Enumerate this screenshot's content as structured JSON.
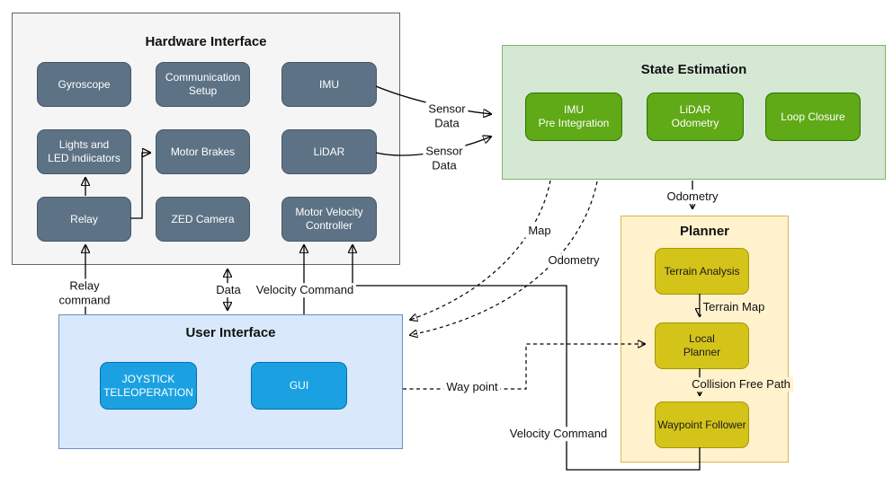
{
  "groups": {
    "hardware": {
      "title": "Hardware Interface",
      "nodes": {
        "gyroscope": "Gyroscope",
        "communication_setup": "Communication\nSetup",
        "imu": "IMU",
        "lights_led": "Lights and\nLED indiicators",
        "motor_brakes": "Motor Brakes",
        "lidar": "LiDAR",
        "relay": "Relay",
        "zed_camera": "ZED Camera",
        "motor_velocity_controller": "Motor Velocity\nController"
      }
    },
    "state_estimation": {
      "title": "State Estimation",
      "nodes": {
        "imu_pre_integration": "IMU\nPre Integration",
        "lidar_odometry": "LiDAR\nOdometry",
        "loop_closure": "Loop Closure"
      }
    },
    "planner": {
      "title": "Planner",
      "nodes": {
        "terrain_analysis": "Terrain Analysis",
        "local_planner": "Local\nPlanner",
        "waypoint_follower": "Waypoint Follower"
      }
    },
    "user_interface": {
      "title": "User Interface",
      "nodes": {
        "joystick_teleoperation": "JOYSTICK\nTELEOPERATION",
        "gui": "GUI"
      }
    }
  },
  "edge_labels": {
    "sensor_data_imu": "Sensor\nData",
    "sensor_data_lidar": "Sensor\nData",
    "odometry_to_planner": "Odometry",
    "map_to_ui": "Map",
    "odometry_to_ui": "Odometry",
    "relay_command": "Relay\ncommand",
    "data": "Data",
    "velocity_command_ui": "Velocity Command",
    "way_point": "Way point",
    "terrain_map": "Terrain Map",
    "collision_free_path": "Collision Free Path",
    "velocity_command_planner": "Velocity Command"
  },
  "colors": {
    "hardware_bg": "#F5F5F5",
    "hardware_border": "#666666",
    "hardware_node_fill": "#5D7285",
    "hardware_node_border": "#45586A",
    "hardware_node_text": "#FFFFFF",
    "state_bg": "#D5E8D4",
    "state_border": "#82B366",
    "state_node_fill": "#60A917",
    "state_node_border": "#2D7600",
    "state_node_text": "#FFFFFF",
    "planner_bg": "#FFF2CC",
    "planner_border": "#D6B656",
    "planner_node_fill": "#D4C41A",
    "planner_node_border": "#A89600",
    "planner_node_text": "#1A1A1A",
    "ui_bg": "#DAE8FC",
    "ui_border": "#6C8EBF",
    "ui_node_fill": "#1BA1E2",
    "ui_node_border": "#006EAF",
    "ui_node_text": "#FFFFFF",
    "line": "#000000"
  }
}
